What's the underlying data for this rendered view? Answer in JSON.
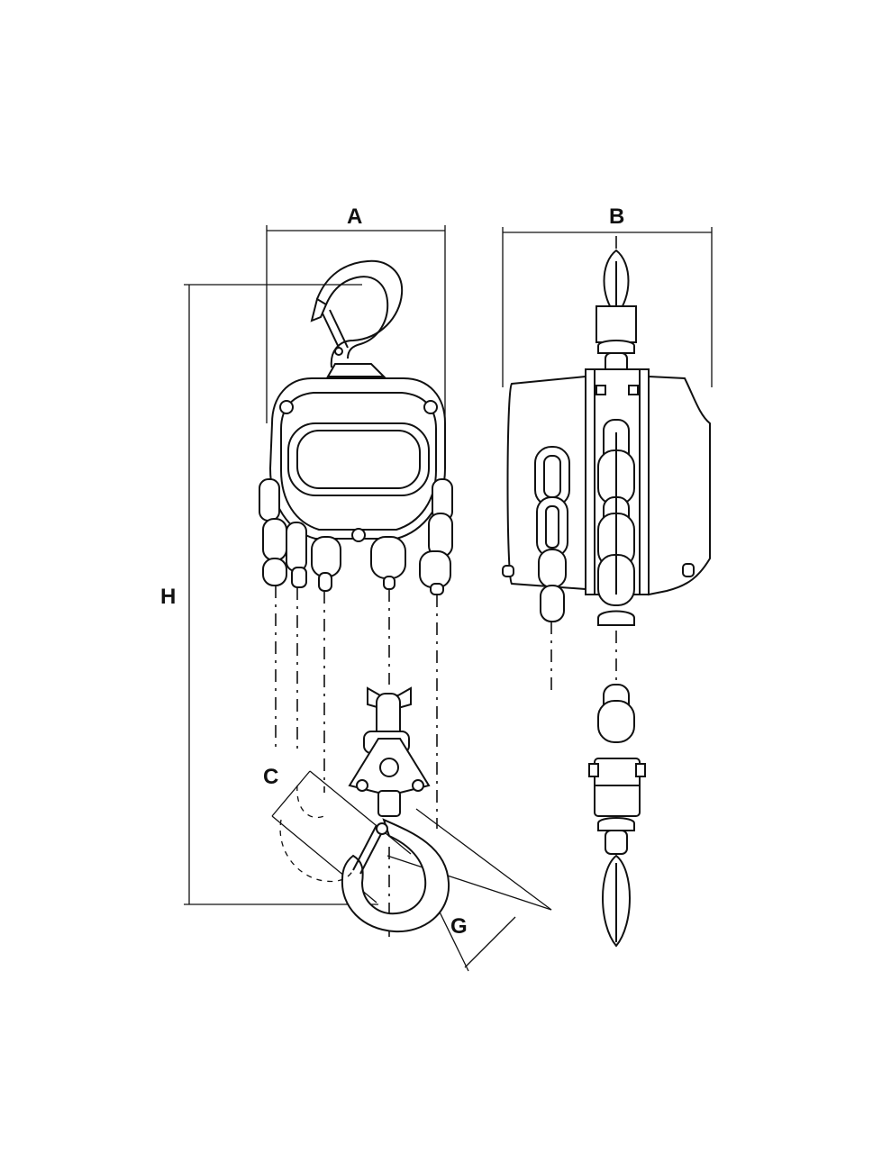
{
  "dimension_labels": {
    "a": "A",
    "b": "B",
    "c": "C",
    "g": "G",
    "h": "H"
  },
  "line_color": "#111111",
  "background_color": "#ffffff"
}
